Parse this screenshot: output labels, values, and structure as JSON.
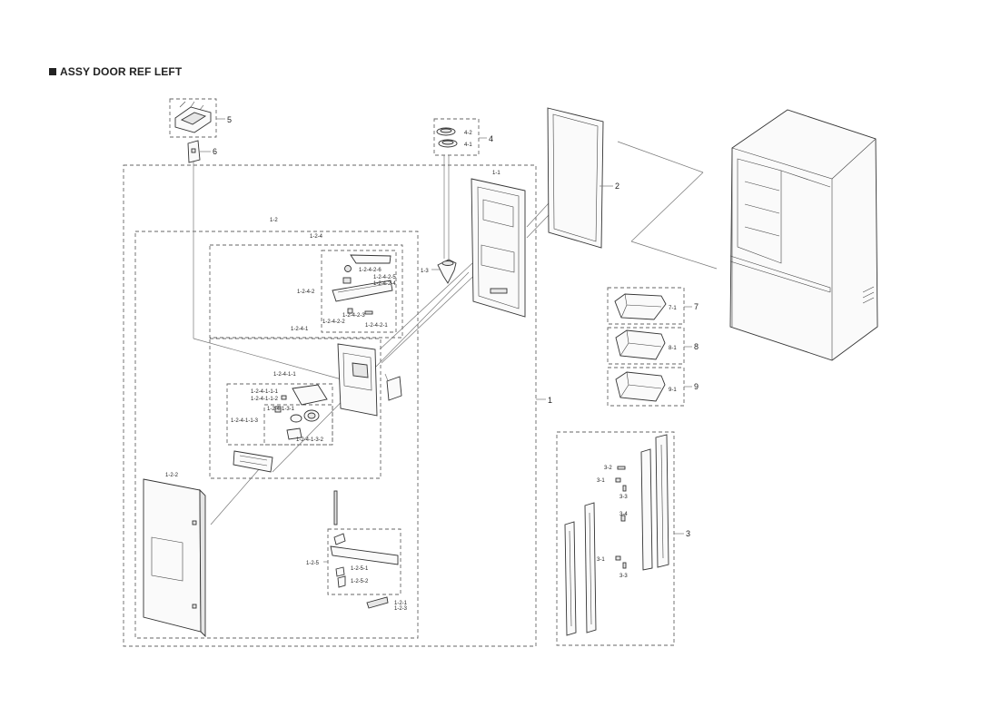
{
  "title": "ASSY DOOR REF LEFT",
  "labels": {
    "l_1": "1",
    "l_1_1": "1-1",
    "l_1_2": "1-2",
    "l_1_2_1": "1-2-1",
    "l_1_2_2": "1-2-2",
    "l_1_2_3": "1-2-3",
    "l_1_2_4": "1-2-4",
    "l_1_2_4_1": "1-2-4-1",
    "l_1_2_4_1_1": "1-2-4-1-1",
    "l_1_2_4_1_1_1": "1-2-4-1-1-1",
    "l_1_2_4_1_1_2": "1-2-4-1-1-2",
    "l_1_2_4_1_1_3": "1-2-4-1-1-3",
    "l_1_2_4_1_3_1": "1-2-4-1-3-1",
    "l_1_2_4_1_3_2": "1-2-4-1-3-2",
    "l_1_2_4_2": "1-2-4-2",
    "l_1_2_4_2_1": "1-2-4-2-1",
    "l_1_2_4_2_2": "1-2-4-2-2",
    "l_1_2_4_2_3": "1-2-4-2-3",
    "l_1_2_4_2_4": "1-2-4-2-4",
    "l_1_2_4_2_5": "1-2-4-2-5",
    "l_1_2_4_2_6": "1-2-4-2-6",
    "l_1_2_5": "1-2-5",
    "l_1_2_5_1": "1-2-5-1",
    "l_1_2_5_2": "1-2-5-2",
    "l_1_3": "1-3",
    "l_2": "2",
    "l_3": "3",
    "l_3_1a": "3-1",
    "l_3_1b": "3-1",
    "l_3_2": "3-2",
    "l_3_3a": "3-3",
    "l_3_3b": "3-3",
    "l_3_4": "3-4",
    "l_4": "4",
    "l_4_1": "4-1",
    "l_4_2": "4-2",
    "l_5": "5",
    "l_6": "6",
    "l_7": "7",
    "l_7_1": "7-1",
    "l_8": "8",
    "l_8_1": "8-1",
    "l_9": "9",
    "l_9_1": "9-1"
  }
}
